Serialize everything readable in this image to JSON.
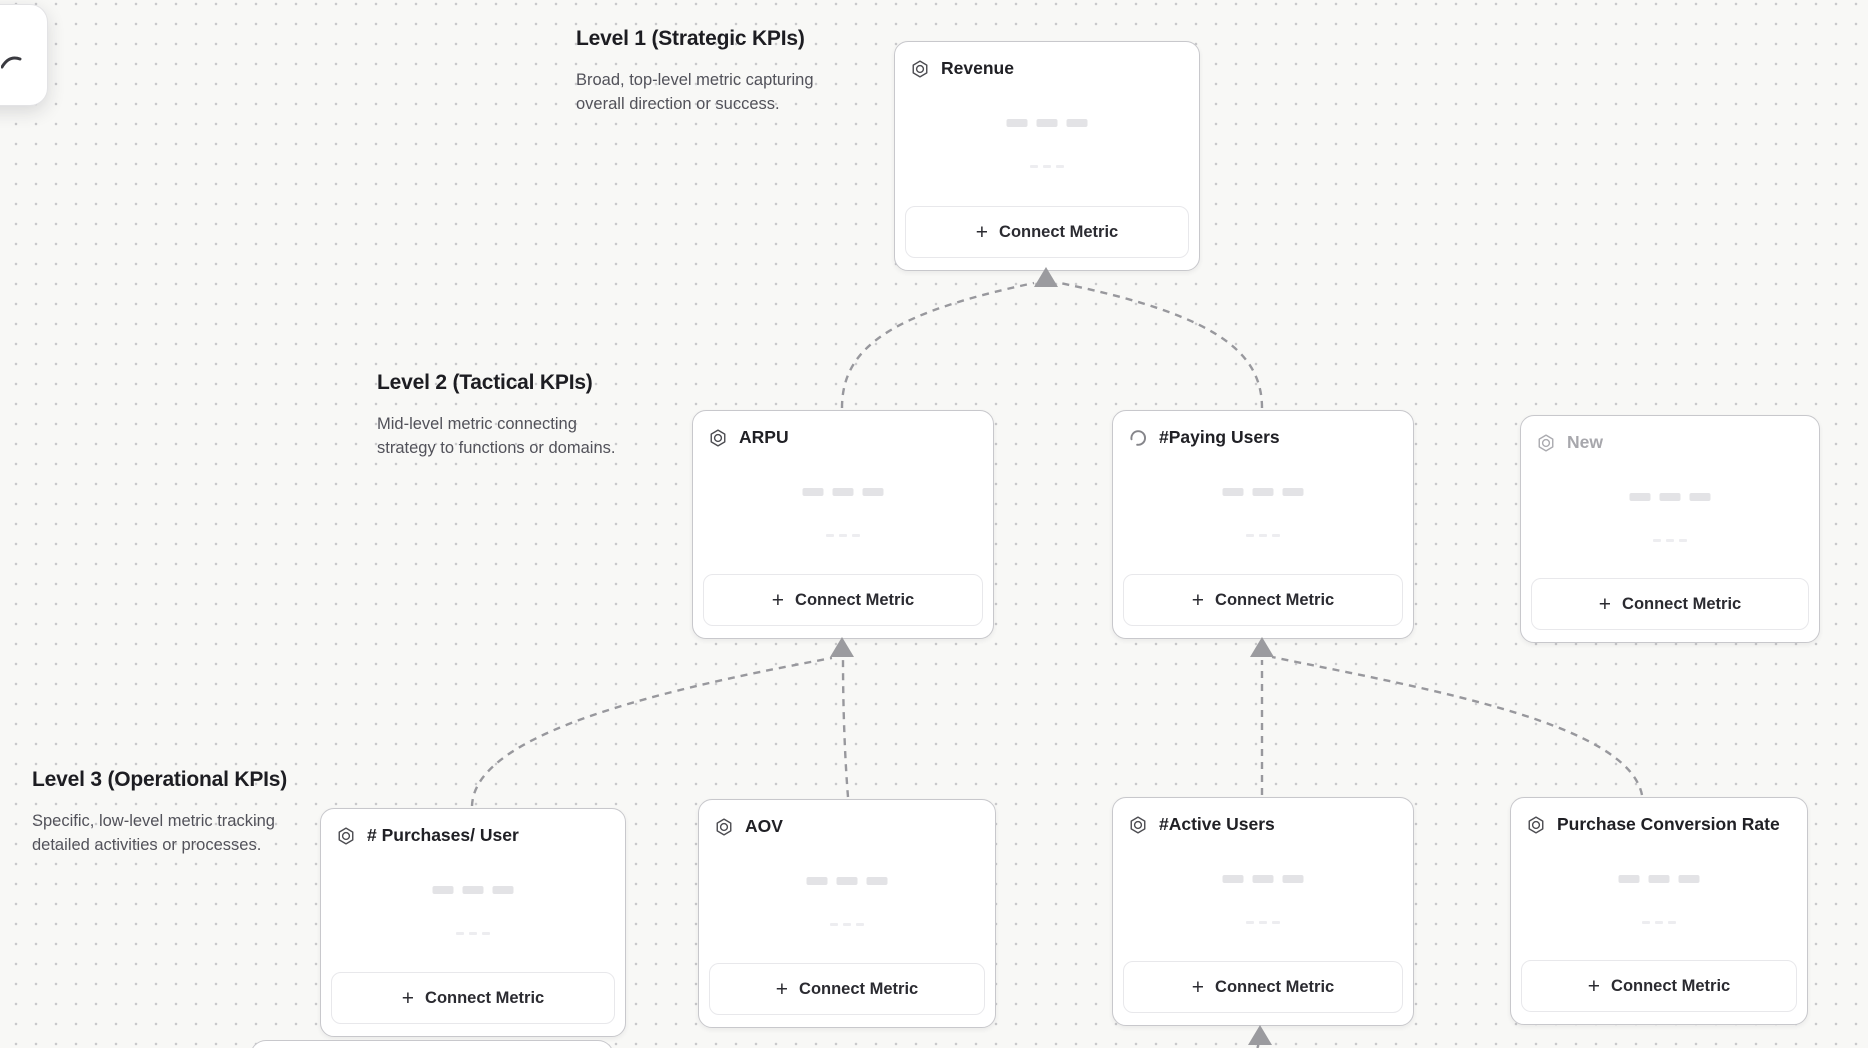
{
  "app": {
    "type": "kpi-tree-canvas"
  },
  "ui": {
    "connect_metric_label": "Connect Metric",
    "plus_glyph": "+"
  },
  "icons": {
    "metric": "hexagon-with-circle",
    "loading": "spinner-arc",
    "plus": "+"
  },
  "levels": [
    {
      "title": "Level 1 (Strategic KPIs)",
      "desc_line1": "Broad, top-level metric capturing",
      "desc_line2": "overall direction or success."
    },
    {
      "title": "Level 2 (Tactical KPIs)",
      "desc_line1": "Mid-level metric connecting",
      "desc_line2": "strategy to functions or domains."
    },
    {
      "title": "Level 3 (Operational KPIs)",
      "desc_line1": "Specific, low-level metric tracking",
      "desc_line2": "detailed activities or processes."
    }
  ],
  "cards": {
    "revenue": {
      "title": "Revenue",
      "icon": "hexagon-with-circle",
      "level": 1
    },
    "arpu": {
      "title": "ARPU",
      "icon": "hexagon-with-circle",
      "level": 2
    },
    "paying_users": {
      "title": "#Paying Users",
      "icon": "spinner-arc",
      "level": 2
    },
    "new_metric": {
      "title": "New",
      "icon": "hexagon-with-circle",
      "level": 2,
      "state": "placeholder"
    },
    "purchases_per_user": {
      "title": "# Purchases/ User",
      "icon": "hexagon-with-circle",
      "level": 3
    },
    "aov": {
      "title": "AOV",
      "icon": "hexagon-with-circle",
      "level": 3
    },
    "active_users": {
      "title": "#Active Users",
      "icon": "hexagon-with-circle",
      "level": 3
    },
    "purchase_conversion_rate": {
      "title": "Purchase Conversion Rate",
      "icon": "hexagon-with-circle",
      "level": 3
    }
  },
  "colors": {
    "canvas_bg": "#f8f8f6",
    "dot_grid": "#c9c9cb",
    "card_border": "#c8c8cc",
    "connector": "#98989d",
    "title_text": "#202025",
    "muted_text": "#52525a",
    "placeholder_text": "#a7a7ac",
    "skeleton": "#e3e3e6"
  }
}
